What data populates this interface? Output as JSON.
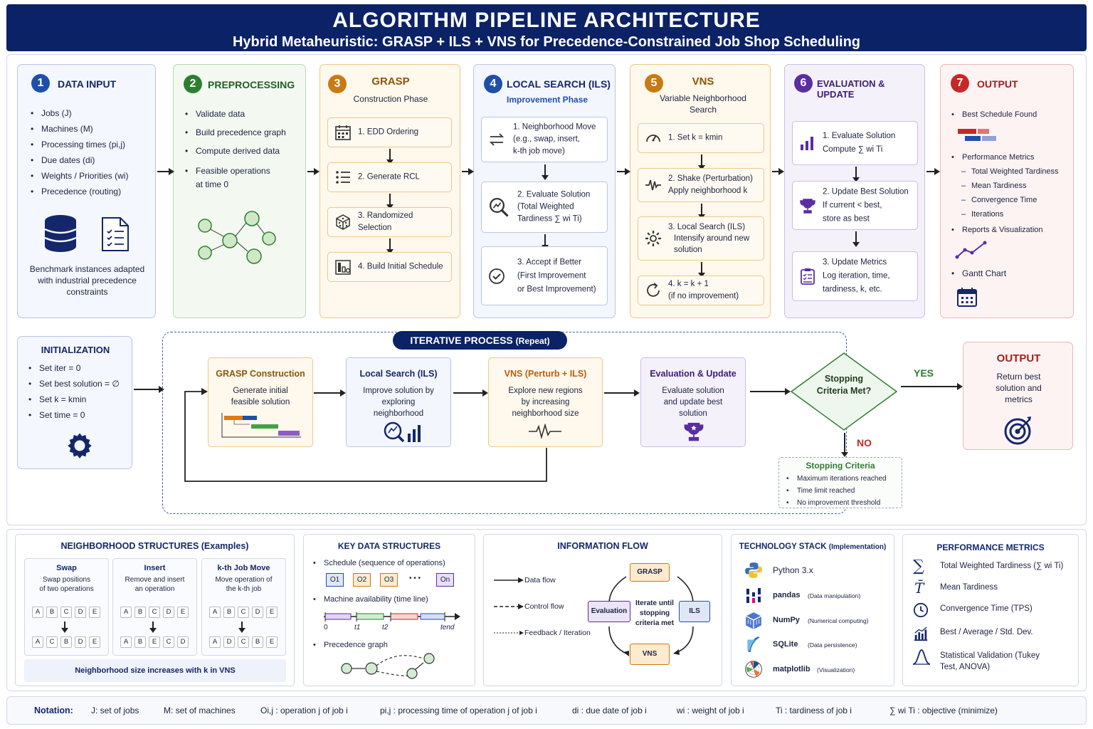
{
  "header": {
    "title": "ALGORITHM PIPELINE ARCHITECTURE",
    "subtitle": "Hybrid Metaheuristic: GRASP + ILS + VNS for Precedence-Constrained Job Shop Scheduling"
  },
  "colors": {
    "navy": "#0c2266",
    "blue": "#1f4fa8",
    "green": "#2e7d32",
    "orange": "#c87a13",
    "purple": "#5a2ea0",
    "red": "#c62828"
  },
  "stage1": {
    "num": "1",
    "title": "DATA INPUT",
    "items": [
      "Jobs (J)",
      "Machines (M)",
      "Processing times (pi,j)",
      "Due dates (di)",
      "Weights / Priorities (wi)",
      "Precedence (routing)"
    ],
    "caption": "Benchmark instances adapted with industrial precedence constraints"
  },
  "stage2": {
    "num": "2",
    "title": "PREPROCESSING",
    "items": [
      "Validate data",
      "Build precedence graph",
      "Compute derived data",
      "Feasible operations at time 0"
    ]
  },
  "stage3": {
    "num": "3",
    "title": "GRASP",
    "subtitle": "Construction Phase",
    "steps": [
      "1. EDD Ordering",
      "2. Generate RCL",
      "3. Randomized Selection",
      "4. Build Initial Schedule"
    ]
  },
  "stage4": {
    "num": "4",
    "title": "LOCAL SEARCH (ILS)",
    "subtitle": "Improvement Phase",
    "steps": [
      {
        "l1": "1. Neighborhood Move",
        "l2": "(e.g., swap, insert,",
        "l3": "k-th job move)"
      },
      {
        "l1": "2. Evaluate Solution",
        "l2": "(Total Weighted",
        "l3": "Tardiness ∑ wi Ti)"
      },
      {
        "l1": "3. Accept if Better",
        "l2": "(First Improvement",
        "l3": "or Best Improvement)"
      }
    ]
  },
  "stage5": {
    "num": "5",
    "title": "VNS",
    "subtitle": "Variable Neighborhood Search",
    "steps": [
      {
        "l1": "1. Set k = kmin",
        "l2": ""
      },
      {
        "l1": "2. Shake (Perturbation)",
        "l2": "Apply neighborhood k"
      },
      {
        "l1": "3. Local Search (ILS)",
        "l2": "Intensify around new solution"
      },
      {
        "l1": "4. k = k + 1",
        "l2": "(if no improvement)"
      }
    ]
  },
  "stage6": {
    "num": "6",
    "title": "EVALUATION & UPDATE",
    "steps": [
      {
        "l1": "1. Evaluate Solution",
        "l2": "Compute ∑ wi Ti"
      },
      {
        "l1": "2. Update Best Solution",
        "l2": "If current < best,",
        "l3": "store as best"
      },
      {
        "l1": "3. Update Metrics",
        "l2": "Log iteration, time,",
        "l3": "tardiness, k, etc."
      }
    ]
  },
  "stage7": {
    "num": "7",
    "title": "OUTPUT",
    "items": [
      "Best Schedule Found",
      "Performance Metrics"
    ],
    "subitems": [
      "Total Weighted Tardiness",
      "Mean Tardiness",
      "Convergence Time",
      "Iterations"
    ],
    "items2": [
      "Reports & Visualization"
    ],
    "items3": [
      "Gantt Chart"
    ]
  },
  "init": {
    "title": "INITIALIZATION",
    "items": [
      "Set iter = 0",
      "Set best solution = ∅",
      "Set k = kmin",
      "Set time = 0"
    ]
  },
  "iter": {
    "title": "ITERATIVE PROCESS",
    "suffix": "(Repeat)",
    "boxes": [
      {
        "t": "GRASP Construction",
        "d": "Generate initial feasible solution"
      },
      {
        "t": "Local Search (ILS)",
        "d": "Improve solution by exploring neighborhood"
      },
      {
        "t": "VNS (Perturb + ILS)",
        "d": "Explore new regions by increasing neighborhood size"
      },
      {
        "t": "Evaluation & Update",
        "d": "Evaluate solution and update best solution"
      }
    ],
    "decision": "Stopping Criteria Met?",
    "yes": "YES",
    "no": "NO",
    "stop_title": "Stopping Criteria",
    "stop_items": [
      "Maximum iterations reached",
      "Time limit reached",
      "No improvement threshold"
    ]
  },
  "out2": {
    "title": "OUTPUT",
    "desc": "Return best solution and metrics"
  },
  "neigh": {
    "title": "NEIGHBORHOOD STRUCTURES (Examples)",
    "moves": [
      {
        "t": "Swap",
        "d1": "Swap positions",
        "d2": "of two operations",
        "before": [
          "A",
          "B",
          "C",
          "D",
          "E"
        ],
        "after": [
          "A",
          "C",
          "B",
          "D",
          "E"
        ]
      },
      {
        "t": "Insert",
        "d1": "Remove and insert",
        "d2": "an operation",
        "before": [
          "A",
          "B",
          "C",
          "D",
          "E"
        ],
        "after": [
          "A",
          "B",
          "E",
          "C",
          "D"
        ]
      },
      {
        "t": "k-th Job Move",
        "d1": "Move operation of",
        "d2": "the k-th job",
        "before": [
          "A",
          "B",
          "C",
          "D",
          "E"
        ],
        "after": [
          "A",
          "D",
          "C",
          "B",
          "E"
        ]
      }
    ],
    "footer": "Neighborhood size increases with k in VNS"
  },
  "keyds": {
    "title": "KEY DATA STRUCTURES",
    "i1": "Schedule (sequence of operations)",
    "ops": [
      "O1",
      "O2",
      "O3",
      "On"
    ],
    "dots": "• • •",
    "i2": "Machine availability (time line)",
    "ticks": [
      "0",
      "t1",
      "t2",
      "tend"
    ],
    "i3": "Precedence graph"
  },
  "info": {
    "title": "INFORMATION FLOW",
    "legend": [
      "Data flow",
      "Control flow",
      "Feedback / Iteration"
    ],
    "nodes": [
      "GRASP",
      "ILS",
      "VNS",
      "Evaluation"
    ],
    "center": "Iterate until stopping criteria met"
  },
  "tech": {
    "title": "TECHNOLOGY STACK",
    "suffix": "(Implementation)",
    "items": [
      {
        "n": "Python 3.x",
        "d": ""
      },
      {
        "n": "pandas",
        "d": "(Data manipulation)"
      },
      {
        "n": "NumPy",
        "d": "(Numerical computing)"
      },
      {
        "n": "SQLite",
        "d": "(Data persistence)"
      },
      {
        "n": "matplotlib",
        "d": "(Visualization)"
      }
    ]
  },
  "perf": {
    "title": "PERFORMANCE METRICS",
    "items": [
      "Total Weighted Tardiness (∑ wi Ti)",
      "Mean Tardiness",
      "Convergence Time (TPS)",
      "Best / Average / Std. Dev.",
      "Statistical Validation (Tukey Test, ANOVA)"
    ]
  },
  "notation": {
    "label": "Notation:",
    "items": [
      "J: set of jobs",
      "M: set of machines",
      "Oi,j : operation j of job i",
      "pi,j : processing time of operation j of job i",
      "di : due date of job i",
      "wi : weight of job i",
      "Ti : tardiness of job i",
      "∑ wi Ti : objective (minimize)"
    ]
  }
}
